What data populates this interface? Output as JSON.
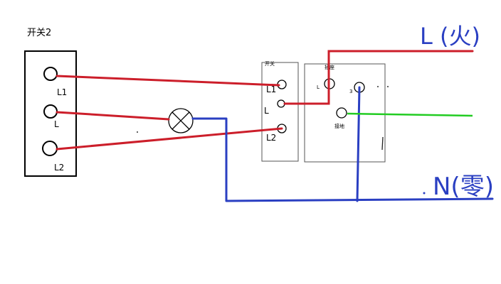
{
  "switch2": {
    "title": "开关2",
    "term1": "L1",
    "term2": "L",
    "term3": "L2"
  },
  "switch1": {
    "title": "开关",
    "term1": "L1",
    "term2": "L",
    "term3": "L2"
  },
  "socket": {
    "title": "插座",
    "term_l": "L",
    "term_n": "3",
    "term_ground": "接地"
  },
  "mains": {
    "live": "L (火)",
    "neutral": "N(零)"
  },
  "colors": {
    "live_wire": "#cc1e2a",
    "neutral_wire": "#2a3fc2",
    "ground_wire": "#22cc22",
    "outline": "#000000"
  }
}
